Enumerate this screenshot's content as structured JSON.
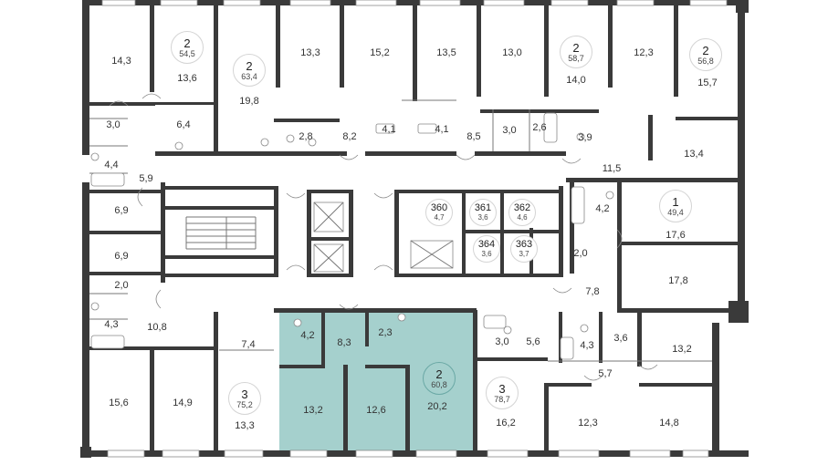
{
  "colors": {
    "wall": "#3a3a3a",
    "highlight": "#a5d0cd"
  },
  "selected_apartment": {
    "rooms": "2",
    "area": "60,8"
  },
  "apartments": [
    {
      "id": "apt-54-5",
      "rooms": "2",
      "area": "54,5"
    },
    {
      "id": "apt-63-4",
      "rooms": "2",
      "area": "63,4"
    },
    {
      "id": "apt-58-7",
      "rooms": "2",
      "area": "58,7"
    },
    {
      "id": "apt-56-8",
      "rooms": "2",
      "area": "56,8"
    },
    {
      "id": "apt-49-4",
      "rooms": "1",
      "area": "49,4"
    },
    {
      "id": "apt-60-8",
      "rooms": "2",
      "area": "60,8"
    },
    {
      "id": "apt-75-2",
      "rooms": "3",
      "area": "75,2"
    },
    {
      "id": "apt-78-7",
      "rooms": "3",
      "area": "78,7"
    }
  ],
  "storage_units": [
    {
      "id": "360",
      "area": "4,7"
    },
    {
      "id": "361",
      "area": "3,6"
    },
    {
      "id": "362",
      "area": "4,6"
    },
    {
      "id": "364",
      "area": "3,6"
    },
    {
      "id": "363",
      "area": "3,7"
    }
  ],
  "room_areas": [
    "14,3",
    "13,6",
    "6,4",
    "3,0",
    "4,4",
    "5,9",
    "6,9",
    "6,9",
    "2,0",
    "4,3",
    "10,8",
    "15,6",
    "14,9",
    "19,8",
    "13,3",
    "2,8",
    "8,2",
    "15,2",
    "4,1",
    "4,1",
    "13,5",
    "8,5",
    "13,0",
    "3,0",
    "2,6",
    "14,0",
    "3,9",
    "12,3",
    "15,7",
    "11,5",
    "13,4",
    "4,2",
    "17,6",
    "2,0",
    "17,8",
    "7,8",
    "7,4",
    "13,3",
    "4,2",
    "8,3",
    "2,3",
    "13,2",
    "12,6",
    "20,2",
    "3,0",
    "5,6",
    "16,2",
    "4,3",
    "3,6",
    "13,2",
    "5,7",
    "12,3",
    "14,8"
  ]
}
